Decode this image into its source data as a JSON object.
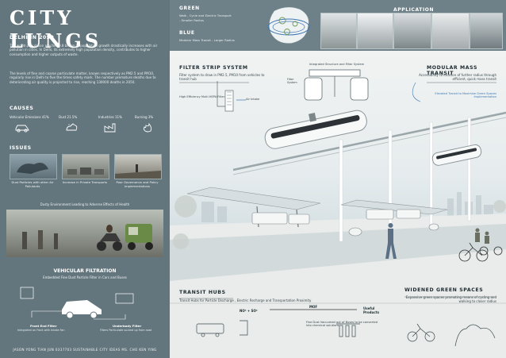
{
  "title": "CITY LUNGS",
  "delhi": {
    "heading": "DELHI IN 2050",
    "para1": "The world population reaches 9.8 billion as population growth drastically increases with air pollution in cities. In Delhi, its extremely high population density, contributes to higher consumption and higher outputs of waste.",
    "para2": "The levels of fine and coarse particulate matter, known respectively as PM2.5 and PM10, regularly rise in Delhi to five the times safety mark. The number premature deaths due to deteriorating air quality is projected to rise, reaching 130000 deaths in 2050."
  },
  "causes": {
    "heading": "CAUSES",
    "items": [
      {
        "label": "Vehicular Emissions 41%",
        "icon": "car-icon"
      },
      {
        "label": "Dust 21.5%",
        "icon": "dust-icon"
      },
      {
        "label": "Industries 11%",
        "icon": "factory-icon"
      },
      {
        "label": "Burning 3%",
        "icon": "fire-icon"
      }
    ]
  },
  "issues": {
    "heading": "ISSUES",
    "items": [
      {
        "caption": "Dust Particles with other Air Pollutants"
      },
      {
        "caption": "Increase in Private Transports"
      },
      {
        "caption": "Poor Governance and Policy implementations"
      }
    ],
    "dusty": "Dusty Environment Leading to Adverse Effects of Health"
  },
  "vehicular": {
    "heading": "VEHICULAR FILTRATION",
    "sub": "Embedded Fine Dust Particle Filter in Cars and Buses",
    "front_label": "Front End Filter",
    "front_desc": "Integrated on Front with Intake Fan",
    "under_label": "Underbody Filter",
    "under_desc": "Filters Particulate sucked up from road"
  },
  "credits": "JASON YONG TIAN JUN 0337703   SUSTAINABLE CITY IDEAS   MS. CHO KEN YING",
  "top": {
    "green_label": "GREEN",
    "green_desc1": "Walk , Cycle and Electric Transport",
    "green_desc2": "- Smaller Radius",
    "blue_label": "BLUE",
    "blue_desc": "Modular Mass Transit - Larger Radius",
    "application": "APPLICATION"
  },
  "filter_strip": {
    "heading": "FILTER STRIP SYSTEM",
    "desc": "Filter system to draw in PM2.5, PM10 from vehicles to transit hub",
    "hepa": "High Efficiency Multi HEPA Filter",
    "intake": "Air Intake"
  },
  "integrated": {
    "label": "Integrated Structure and Filter System",
    "filter_system": "Filter System"
  },
  "modular": {
    "heading": "MODULAR MASS TRANSIT",
    "desc": "Accessibility to location of further radius through efficient, quick mass transit",
    "elevated": "Elevated Transit to Maximize Green Spaces Implementation"
  },
  "transit_hubs": {
    "heading": "TRANSIT HUBS",
    "desc": "Transit Hubs for Particle Discharge , Electric Recharge and Transportation Proximity",
    "formula": "NO² + SO²",
    "mof": "MOF",
    "useful": "Useful Products",
    "fine_dust": "Fine Dust Vacuumed out of Buses to be converted into chemical solutions"
  },
  "green_spaces": {
    "heading": "WIDENED GREEN SPACES",
    "desc": "Expansive green spaces promoting means of cycling and walking to closer radius"
  },
  "colors": {
    "panel": "#64767d",
    "topstrip": "#6e8188",
    "accent_blue": "#3f78b4",
    "green": "#6e9a58"
  }
}
